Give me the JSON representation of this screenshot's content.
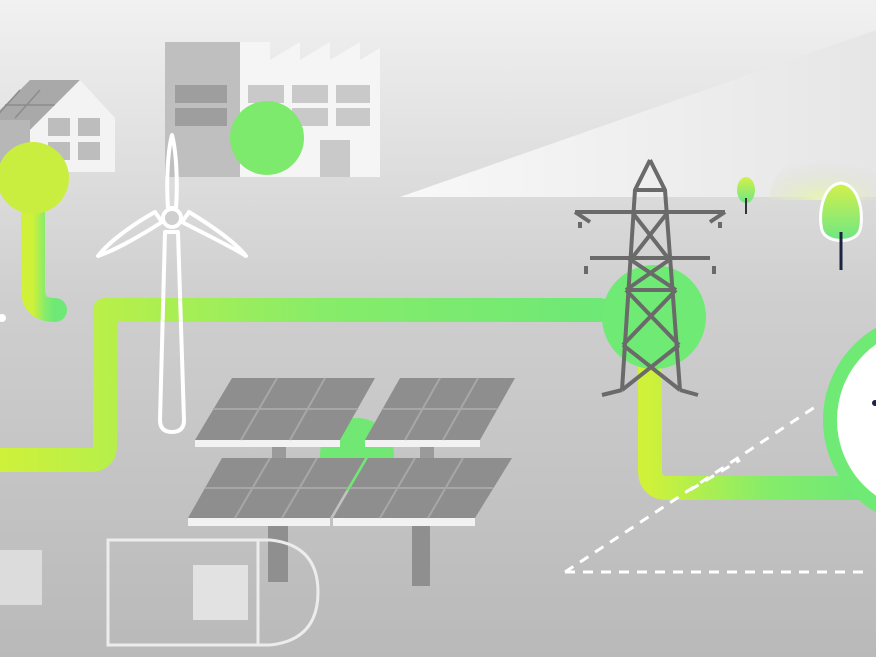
{
  "scene": {
    "description_elements": [
      "houses",
      "factory",
      "wind-turbine",
      "solar-panels",
      "transmission-tower",
      "trees",
      "energy-network",
      "battery-storage"
    ],
    "colors": {
      "background_top": "#efefef",
      "background_bottom": "#bdbdbd",
      "hill": "#f7f7f7",
      "pipe_yellow": "#c8f03c",
      "pipe_green": "#6fea74",
      "building_light": "#f4f4f4",
      "building_mid": "#c9c9c9",
      "building_dark": "#9a9a9a",
      "panel": "#8a8a8a",
      "tower": "#6f6f6f",
      "outline_white": "#ffffff",
      "dashed": "#ffffff"
    }
  }
}
